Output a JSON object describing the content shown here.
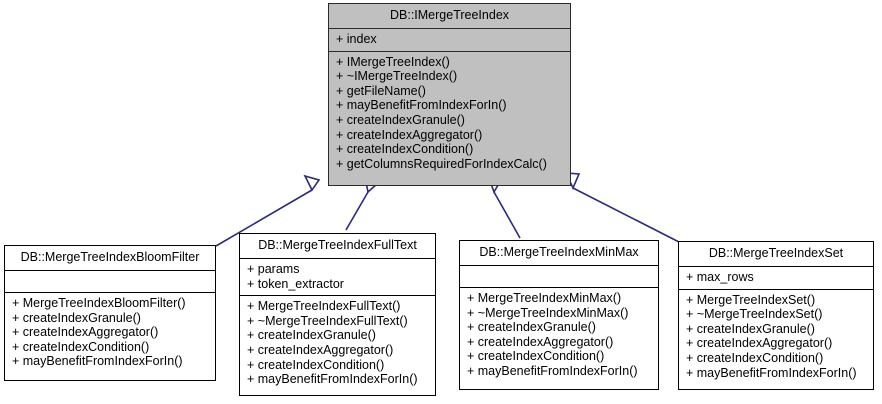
{
  "diagram": {
    "type": "uml-class-inheritance",
    "title": "DB::IMergeTreeIndex inheritance diagram",
    "background_color": "#ffffff",
    "base_fill_color": "#c0c0c0",
    "derived_fill_color": "#ffffff",
    "border_color": "#000000",
    "edge_color": "#2a2a7f"
  },
  "classes": {
    "base": {
      "name": "DB::IMergeTreeIndex",
      "attributes": [
        "+ index"
      ],
      "operations": [
        "+ IMergeTreeIndex()",
        "+ ~IMergeTreeIndex()",
        "+ getFileName()",
        "+ mayBenefitFromIndexForIn()",
        "+ createIndexGranule()",
        "+ createIndexAggregator()",
        "+ createIndexCondition()",
        "+ getColumnsRequiredForIndexCalc()"
      ]
    },
    "bloom_filter": {
      "name": "DB::MergeTreeIndexBloomFilter",
      "attributes": [],
      "operations": [
        "+ MergeTreeIndexBloomFilter()",
        "+ createIndexGranule()",
        "+ createIndexAggregator()",
        "+ createIndexCondition()",
        "+ mayBenefitFromIndexForIn()"
      ]
    },
    "full_text": {
      "name": "DB::MergeTreeIndexFullText",
      "attributes": [
        "+ params",
        "+ token_extractor"
      ],
      "operations": [
        "+ MergeTreeIndexFullText()",
        "+ ~MergeTreeIndexFullText()",
        "+ createIndexGranule()",
        "+ createIndexAggregator()",
        "+ createIndexCondition()",
        "+ mayBenefitFromIndexForIn()"
      ]
    },
    "min_max": {
      "name": "DB::MergeTreeIndexMinMax",
      "attributes": [],
      "operations": [
        "+ MergeTreeIndexMinMax()",
        "+ ~MergeTreeIndexMinMax()",
        "+ createIndexGranule()",
        "+ createIndexAggregator()",
        "+ createIndexCondition()",
        "+ mayBenefitFromIndexForIn()"
      ]
    },
    "set": {
      "name": "DB::MergeTreeIndexSet",
      "attributes": [
        "+ max_rows"
      ],
      "operations": [
        "+ MergeTreeIndexSet()",
        "+ ~MergeTreeIndexSet()",
        "+ createIndexGranule()",
        "+ createIndexAggregator()",
        "+ createIndexCondition()",
        "+ mayBenefitFromIndexForIn()"
      ]
    }
  },
  "edges": [
    {
      "from": "bloom_filter",
      "to": "base",
      "relation": "inheritance"
    },
    {
      "from": "full_text",
      "to": "base",
      "relation": "inheritance"
    },
    {
      "from": "min_max",
      "to": "base",
      "relation": "inheritance"
    },
    {
      "from": "set",
      "to": "base",
      "relation": "inheritance"
    }
  ]
}
